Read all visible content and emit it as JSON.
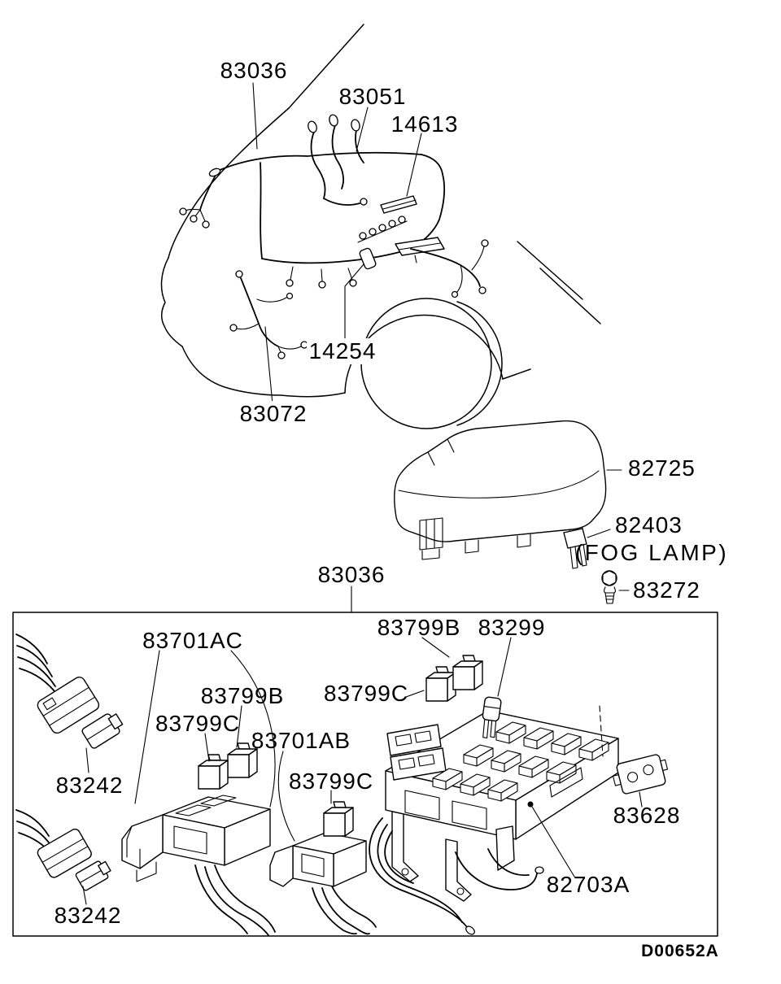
{
  "diagram": {
    "code": "D00652A",
    "top_labels": {
      "harness": "83036",
      "engine_harness": "83051",
      "bracket": "14613",
      "clip": "14254",
      "sub_harness": "83072"
    },
    "cover_labels": {
      "cover": "82725",
      "fog_fuse": "82403",
      "fog_note": "(FOG LAMP)",
      "bolt": "83272"
    },
    "detail_labels": {
      "title": "83036",
      "bracket_ac": "83701AC",
      "relay_b_left": "83799B",
      "relay_c_left": "83799C",
      "connector_top": "83242",
      "bracket_ab": "83701AB",
      "relay_c_mid": "83799C",
      "connector_bottom": "83242",
      "relay_b_right": "83799B",
      "relay_c_right": "83799C",
      "fuse": "83299",
      "terminal": "83628",
      "fuse_box_harness": "82703A"
    }
  }
}
